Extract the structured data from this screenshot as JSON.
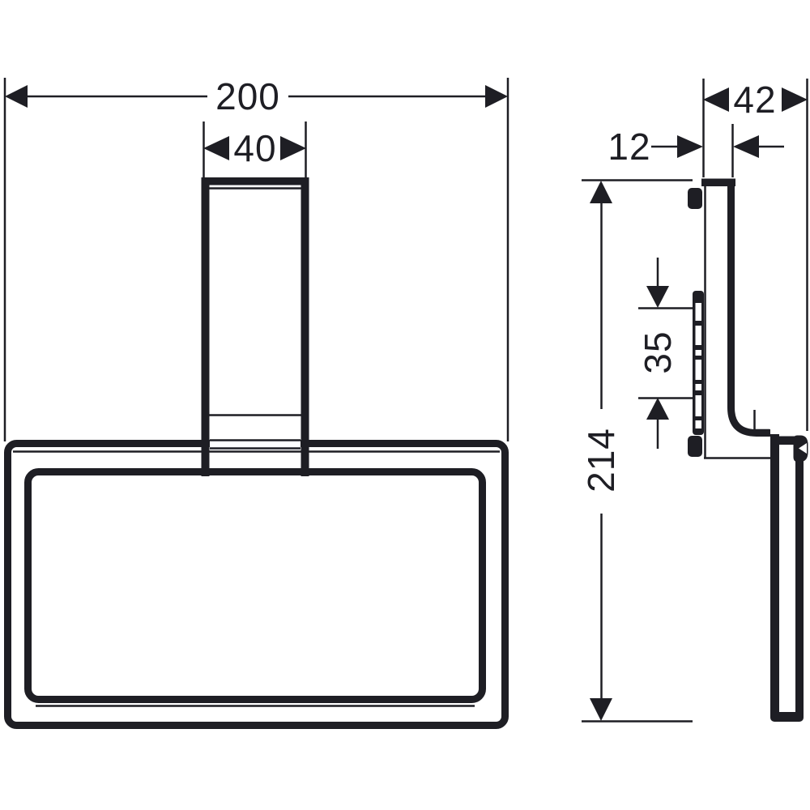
{
  "drawing": {
    "background_color": "#ffffff",
    "ink_color": "#1e1e24",
    "views": {
      "front": {
        "overall_width_label": "200",
        "stem_width_label": "40"
      },
      "side": {
        "overall_depth_label": "42",
        "plate_depth_label": "12",
        "bracket_height_label": "35",
        "overall_height_label": "214"
      }
    }
  }
}
